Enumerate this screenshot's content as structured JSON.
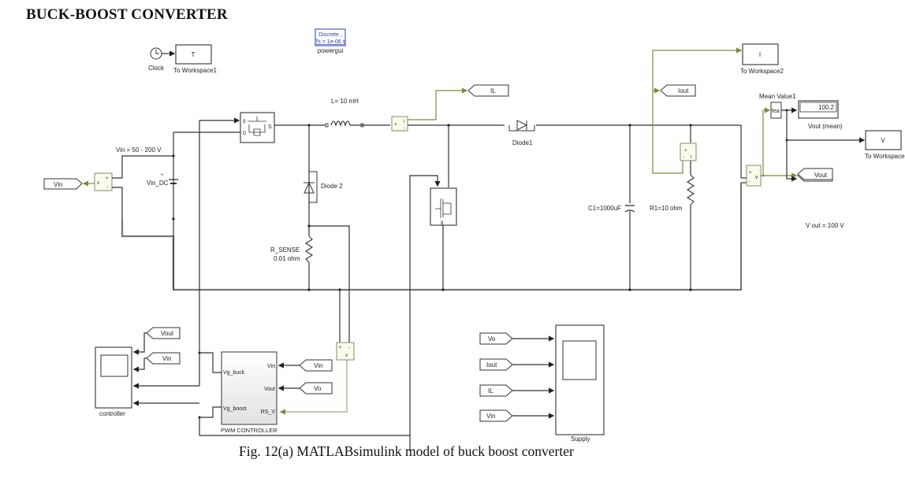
{
  "title": "BUCK-BOOST CONVERTER",
  "caption": "Fig.  12(a)  MATLABsimulink model of buck boost converter",
  "blocks": {
    "clock": {
      "label": "Clock"
    },
    "to_workspace1": {
      "value": "T",
      "label": "To Workspace1"
    },
    "powergui": {
      "line1": "Discrete ,",
      "line2": "Ts = 1e-06 s",
      "label": "powergui"
    },
    "to_workspace2": {
      "value": "I",
      "label": "To Workspace2"
    },
    "to_workspace3": {
      "value": "V",
      "label": "To Workspace"
    },
    "mean_value": {
      "label": "Mean Value1",
      "glyph": "fea"
    },
    "display": {
      "value": "100.2",
      "label": "Vout (mean)"
    },
    "inductor": {
      "label": "L= 10 mH"
    },
    "diode1": {
      "label": "Diode1"
    },
    "diode2": {
      "label": "Diode 2"
    },
    "vin_dc": {
      "label": "Vin_DC"
    },
    "vin_range": {
      "label": "Vin = 50 - 200 V"
    },
    "rsense": {
      "line1": "R_SENSE",
      "line2": "0.01 ohm"
    },
    "cap": {
      "label": "C1=1000uF"
    },
    "load": {
      "label": "R1=10 ohm"
    },
    "vout_note": {
      "label": "V out = 100 V"
    },
    "pwm": {
      "label": "PWM CONTROLLER",
      "in_vin": "Vin",
      "in_vout": "Vout",
      "in_rsv": "RS_V",
      "out_buck": "Vg_buck",
      "out_boost": "Vg_boost"
    },
    "controller_scope": {
      "label": "controller"
    },
    "supply_scope": {
      "label": "Supply"
    },
    "voltmeter": {
      "glyph": "v"
    }
  },
  "tags": {
    "goto_vin": "Vin",
    "goto_il": "IL",
    "goto_iout": "Iout",
    "goto_vout": "Vout",
    "goto_vo": "Vo",
    "from_vout_ctrl": "Vout",
    "from_vin_ctrl": "Vin",
    "from_vin_pwm": "Vin",
    "from_vo_pwm": "Vo",
    "from_vo_sup": "Vo",
    "from_iout_sup": "Iout",
    "from_il_sup": "IL",
    "from_vin_sup": "Vin"
  }
}
